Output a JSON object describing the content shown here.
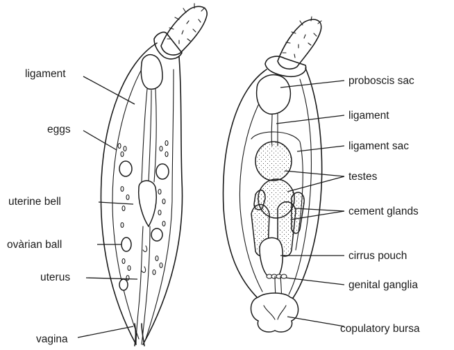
{
  "figure": {
    "female_labels": {
      "ligament": "ligament",
      "eggs": "eggs",
      "uterine_bell": "uterine bell",
      "ovarian_ball": "ovàrian ball",
      "uterus": "uterus",
      "vagina": "vagina"
    },
    "male_labels": {
      "proboscis_sac": "proboscis sac",
      "ligament": "ligament",
      "ligament_sac": "ligament sac",
      "testes": "testes",
      "cement_glands": "cement glands",
      "cirrus_pouch": "cirrus pouch",
      "genital_ganglia": "genital ganglia",
      "copulatory_bursa": "copulatory bursa"
    },
    "ink_color": "#1a1a1a",
    "background_color": "#ffffff"
  }
}
